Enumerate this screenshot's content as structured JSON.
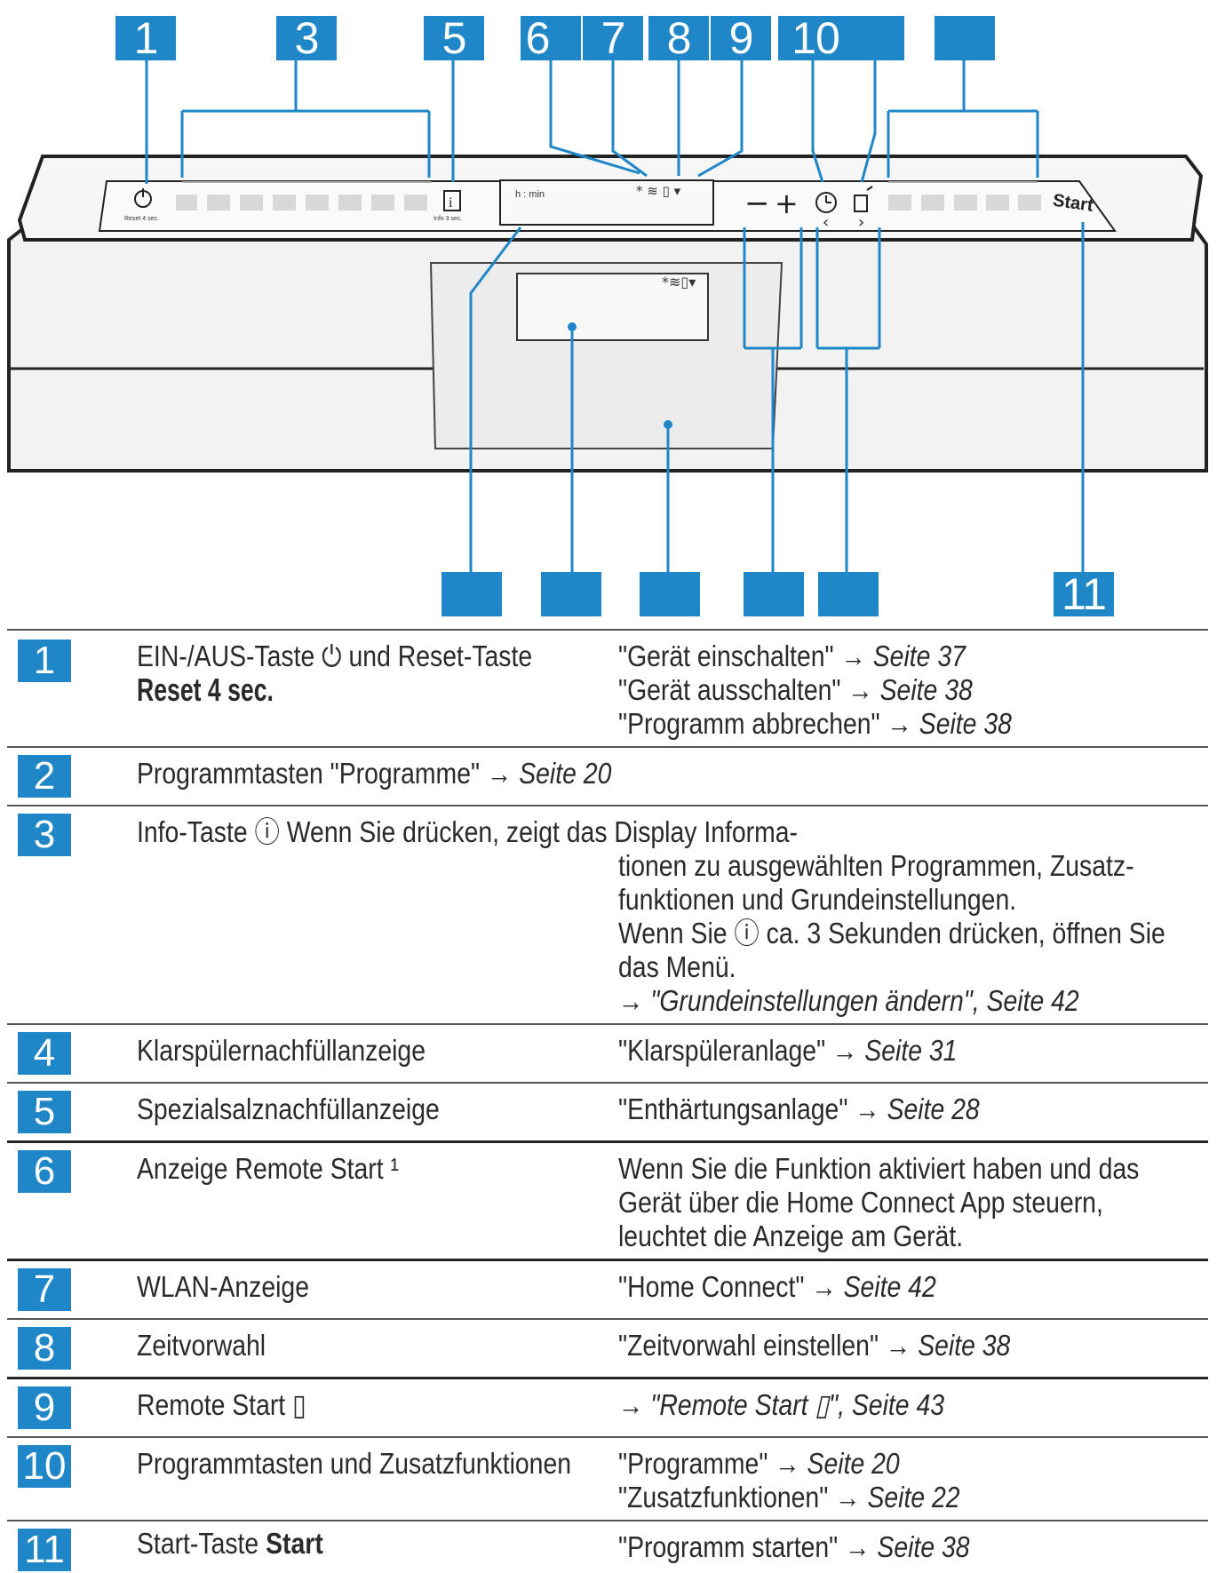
{
  "panel": {
    "power_label": "Reset 4 sec.",
    "info_label": "Info 3 sec.",
    "display_text": "h : min",
    "display_status_icons": "*≋▯▾",
    "minus": "−",
    "plus": "+",
    "left_arrow": "‹",
    "right_arrow": "›",
    "start_label": "Start"
  },
  "callouts_top": [
    "1",
    "3",
    "5",
    "6",
    "7",
    "8",
    "9",
    "10",
    "",
    ""
  ],
  "callouts_bottom": [
    "",
    "",
    "",
    "",
    "",
    "11"
  ],
  "legend": [
    {
      "num": "1",
      "desc": [
        "EIN-/AUS-Taste ⏻ und Reset-Taste"
      ],
      "desc_bold": "Reset 4 sec.",
      "ref": [
        [
          "\"Gerät einschalten\" → ",
          "Seite 37"
        ],
        [
          "\"Gerät ausschalten\" → ",
          "Seite 38"
        ],
        [
          "\"Programm abbrechen\" → ",
          "Seite 38"
        ]
      ]
    },
    {
      "num": "2",
      "desc": [
        "Programmtasten \"Programme\" → "
      ],
      "desc_italic": "Seite 20",
      "ref": []
    },
    {
      "num": "3",
      "desc": [
        "Info-Taste ⓘ Wenn Sie     drücken, zeigt das Display Informa-"
      ],
      "ref_plain": [
        "tionen zu ausgewählten Programmen, Zusatz-",
        "funktionen und Grundeinstellungen.",
        "Wenn Sie ⓘ ca. 3 Sekunden drücken, öffnen Sie",
        "das Menü."
      ],
      "ref": [
        [
          "→ ",
          "\"Grundeinstellungen ändern\", Seite 42"
        ]
      ]
    },
    {
      "num": "4",
      "desc": [
        "Klarspülernachfüllanzeige"
      ],
      "ref": [
        [
          "\"Klarspüleranlage\" → ",
          "Seite 31"
        ]
      ]
    },
    {
      "num": "5",
      "desc": [
        "Spezialsalznachfüllanzeige"
      ],
      "ref": [
        [
          "\"Enthärtungsanlage\" → ",
          "Seite 28"
        ]
      ]
    },
    {
      "num": "6",
      "desc": [
        "Anzeige Remote Start ¹"
      ],
      "ref_plain": [
        "Wenn Sie die Funktion aktiviert haben und das",
        "Gerät über die Home Connect App steuern,",
        "leuchtet die Anzeige am Gerät."
      ],
      "ref": []
    },
    {
      "num": "7",
      "desc": [
        "WLAN-Anzeige"
      ],
      "ref": [
        [
          "\"Home Connect\" → ",
          "Seite 42"
        ]
      ]
    },
    {
      "num": "8",
      "desc": [
        "Zeitvorwahl"
      ],
      "ref": [
        [
          "\"Zeitvorwahl einstellen\" → ",
          "Seite 38"
        ]
      ]
    },
    {
      "num": "9",
      "desc": [
        "Remote Start ▯"
      ],
      "ref": [
        [
          "→ ",
          "\"Remote Start ▯\", Seite 43"
        ]
      ]
    },
    {
      "num": "10",
      "desc": [
        "Programmtasten und Zusatzfunktionen"
      ],
      "ref": [
        [
          "\"Programme\" → ",
          "Seite 20"
        ],
        [
          "\"Zusatzfunktionen\" → ",
          "Seite 22"
        ]
      ]
    },
    {
      "num": "11",
      "desc": [
        "Start-Taste "
      ],
      "desc_bold_inline": "Start",
      "ref": [
        [
          "\"Programm starten\" → ",
          "Seite 38"
        ]
      ]
    }
  ]
}
